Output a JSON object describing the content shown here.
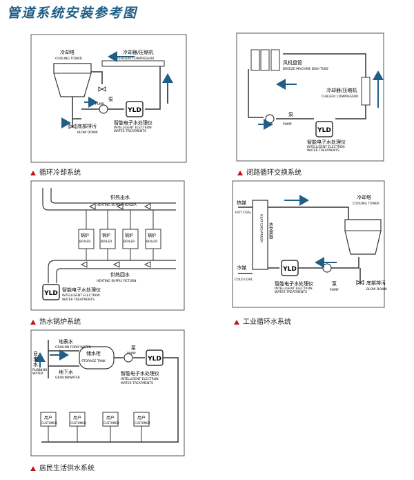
{
  "page_title": "管道系统安装参考图",
  "accent": "#1f5e86",
  "caption_marker_color": "#c0121a",
  "yld": "YLD",
  "d1": {
    "caption": "循环冷却系统",
    "tower_cn": "冷却塔",
    "tower_en": "COOLING TOWER",
    "chiller_cn": "冷却器/压缩机",
    "chiller_en": "CHILLER/ COMPRESSOR",
    "pump_cn": "泵",
    "pump_en": "PUMP",
    "yld_cn": "智能电子水处理仪",
    "yld_en1": "INTELLIGENT ELECTRON",
    "yld_en2": "WATER TREATMENTS",
    "blow_cn": "底部排污",
    "blow_en": "BLOW DOWN"
  },
  "d2": {
    "caption": "闭路循环交换系统",
    "fan_cn": "风机盘管",
    "fan_en": "BREEZE MACHINE DISH TUBE",
    "chiller_cn": "冷却器/压缩机",
    "chiller_en": "CHILLER/ COMPRESSOR",
    "pump_cn": "泵",
    "pump_en": "PUMP",
    "yld_cn": "智能电子水处理仪",
    "yld_en1": "INTELLIGENT ELECTRON",
    "yld_en2": "WATER TREATMENTS"
  },
  "d3": {
    "caption": "热水锅炉系统",
    "supply_cn": "供热出水",
    "supply_en": "HEATING  SUPPLY  HEADER",
    "return_cn": "供热回水",
    "return_en": "HEATING  SUPPLY  RETURN",
    "boiler_cn": "锅炉",
    "boiler_en": "BOILER",
    "yld_cn": "智能电子水处理仪",
    "yld_en1": "INTELLIGENT ELECTRON",
    "yld_en2": "WATER TREATMENTS"
  },
  "d4": {
    "caption": "工业循环水系统",
    "hot_cn": "热媒",
    "hot_en": "HOT COAL",
    "cold_cn": "冷媒",
    "cold_en": "COLD COAL",
    "hx_cn": "热交换器",
    "hx_en": "HEAT EXCHANGER",
    "tower_cn": "冷却塔",
    "tower_en": "COOLING TOWER",
    "pump_cn": "泵",
    "pump_en": "PUMP",
    "yld_cn": "智能电子水处理仪",
    "yld_en1": "INTELLIGENT ELECTRON",
    "yld_en2": "WATER TREATMENTS",
    "blow_cn": "底部排污",
    "blow_en": "BLOW DOWN"
  },
  "d5": {
    "caption": "居民生活供水系统",
    "ground_cn": "地表水",
    "ground_en": "GROUND FORM WATER",
    "tank_cn": "储水柜",
    "tank_en": "STORAGE TANK",
    "running_cn1": "自",
    "running_cn2": "来",
    "running_cn3": "水",
    "running_en1": "RUNNING",
    "running_en2": "WATER",
    "under_cn": "地下水",
    "under_en": "GROUNDWATER",
    "pump_cn": "泵",
    "pump_en": "PUMP",
    "yld_cn": "智能电子水处理仪",
    "yld_en1": "INTELLIGENT ELECTRON",
    "yld_en2": "WATER TREATMENTS",
    "customer_cn": "用户",
    "customer_en": "CUSTOMER"
  }
}
